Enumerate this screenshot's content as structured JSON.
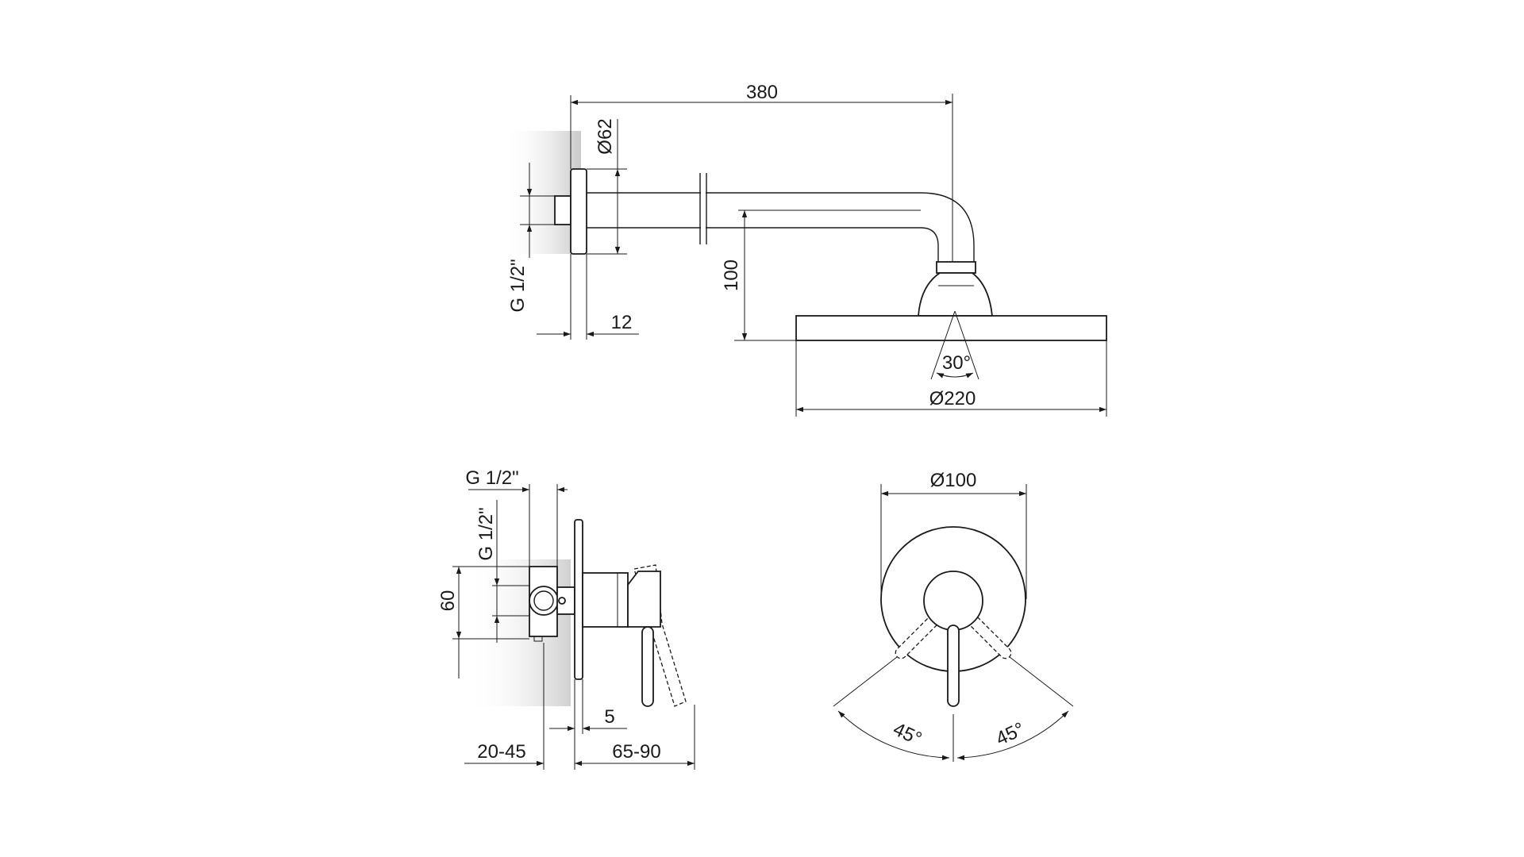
{
  "top_view": {
    "dim_length": "380",
    "dim_flange": "Ø62",
    "dim_thread": "G 1/2\"",
    "dim_wall": "12",
    "dim_drop": "100",
    "dim_angle": "30°",
    "dim_head": "Ø220"
  },
  "side_view": {
    "dim_thread_top": "G 1/2\"",
    "dim_thread_side": "G 1/2\"",
    "dim_height": "60",
    "dim_depth": "5",
    "dim_install": "20-45",
    "dim_protrusion": "65-90"
  },
  "front_view": {
    "dim_plate": "Ø100",
    "dim_angle_left": "45°",
    "dim_angle_right": "45°"
  }
}
